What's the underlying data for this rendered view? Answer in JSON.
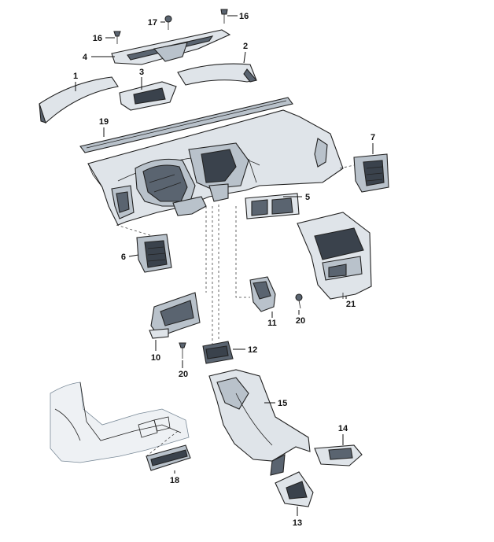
{
  "diagram": {
    "callouts": [
      {
        "id": "c1",
        "text": "1"
      },
      {
        "id": "c2",
        "text": "2"
      },
      {
        "id": "c3",
        "text": "3"
      },
      {
        "id": "c4",
        "text": "4"
      },
      {
        "id": "c5",
        "text": "5"
      },
      {
        "id": "c6",
        "text": "6"
      },
      {
        "id": "c7",
        "text": "7"
      },
      {
        "id": "c10",
        "text": "10"
      },
      {
        "id": "c11",
        "text": "11"
      },
      {
        "id": "c12",
        "text": "12"
      },
      {
        "id": "c13",
        "text": "13"
      },
      {
        "id": "c14",
        "text": "14"
      },
      {
        "id": "c15",
        "text": "15"
      },
      {
        "id": "c16a",
        "text": "16"
      },
      {
        "id": "c16b",
        "text": "16"
      },
      {
        "id": "c17",
        "text": "17"
      },
      {
        "id": "c18",
        "text": "18"
      },
      {
        "id": "c19",
        "text": "19"
      },
      {
        "id": "c20a",
        "text": "20"
      },
      {
        "id": "c20b",
        "text": "20"
      },
      {
        "id": "c21",
        "text": "21"
      }
    ]
  }
}
